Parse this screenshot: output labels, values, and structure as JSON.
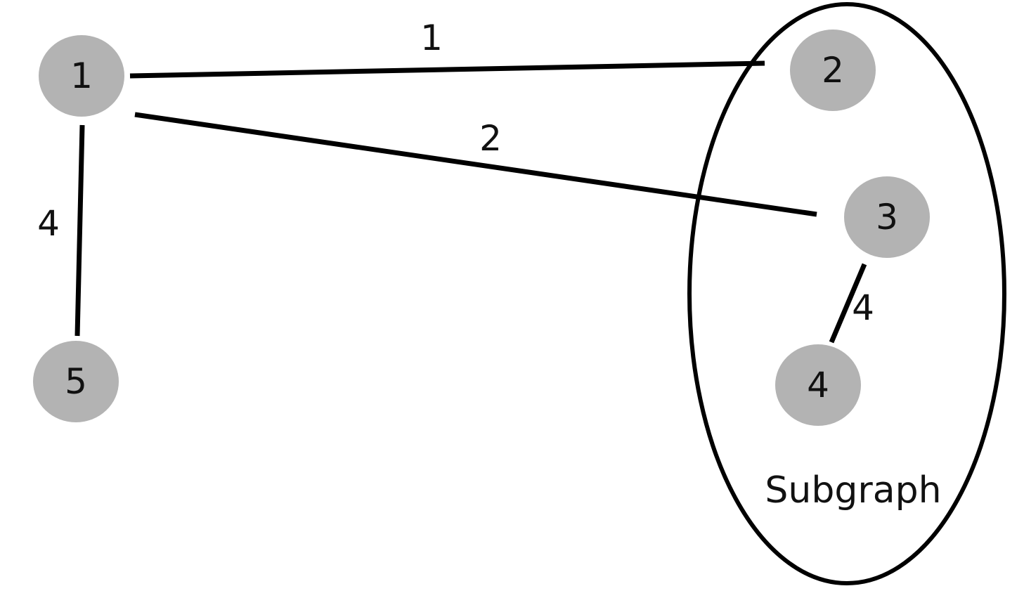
{
  "subgraph": {
    "label": "Subgraph"
  },
  "nodes": [
    {
      "id": "1",
      "label": "1"
    },
    {
      "id": "2",
      "label": "2"
    },
    {
      "id": "3",
      "label": "3"
    },
    {
      "id": "4",
      "label": "4"
    },
    {
      "id": "5",
      "label": "5"
    }
  ],
  "edges": [
    {
      "from": "1",
      "to": "2",
      "weight": "1"
    },
    {
      "from": "1",
      "to": "3",
      "weight": "2"
    },
    {
      "from": "1",
      "to": "5",
      "weight": "4"
    },
    {
      "from": "3",
      "to": "4",
      "weight": "4"
    }
  ],
  "colors": {
    "node_fill": "#b3b3b3",
    "line": "#000000",
    "background": "#ffffff"
  }
}
